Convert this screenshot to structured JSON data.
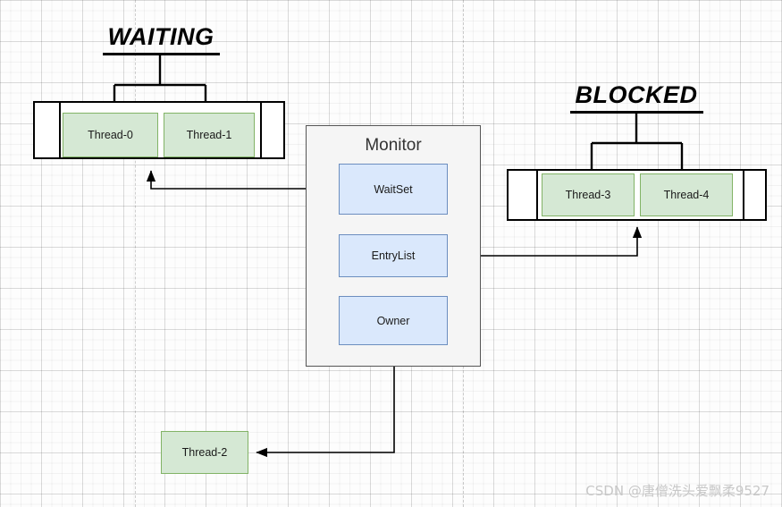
{
  "diagram": {
    "title_waiting": "WAITING",
    "title_blocked": "BLOCKED",
    "monitor_label": "Monitor",
    "watermark": "CSDN @唐僧洗头爱飘柔9527",
    "colors": {
      "thread_fill": "#d5e8d4",
      "thread_stroke": "#82b366",
      "monitor_slot_fill": "#dae8fc",
      "monitor_slot_stroke": "#6c8ebf",
      "monitor_panel_fill": "#f5f5f5",
      "monitor_panel_stroke": "#555555",
      "line": "#000000",
      "watermark": "#c8c8c8"
    },
    "waiting_pool": {
      "threads": [
        {
          "label": "Thread-0"
        },
        {
          "label": "Thread-1"
        }
      ]
    },
    "blocked_pool": {
      "threads": [
        {
          "label": "Thread-3"
        },
        {
          "label": "Thread-4"
        }
      ]
    },
    "monitor": {
      "slots": [
        {
          "label": "WaitSet"
        },
        {
          "label": "EntryList"
        },
        {
          "label": "Owner"
        }
      ]
    },
    "owner_thread": {
      "label": "Thread-2"
    }
  }
}
